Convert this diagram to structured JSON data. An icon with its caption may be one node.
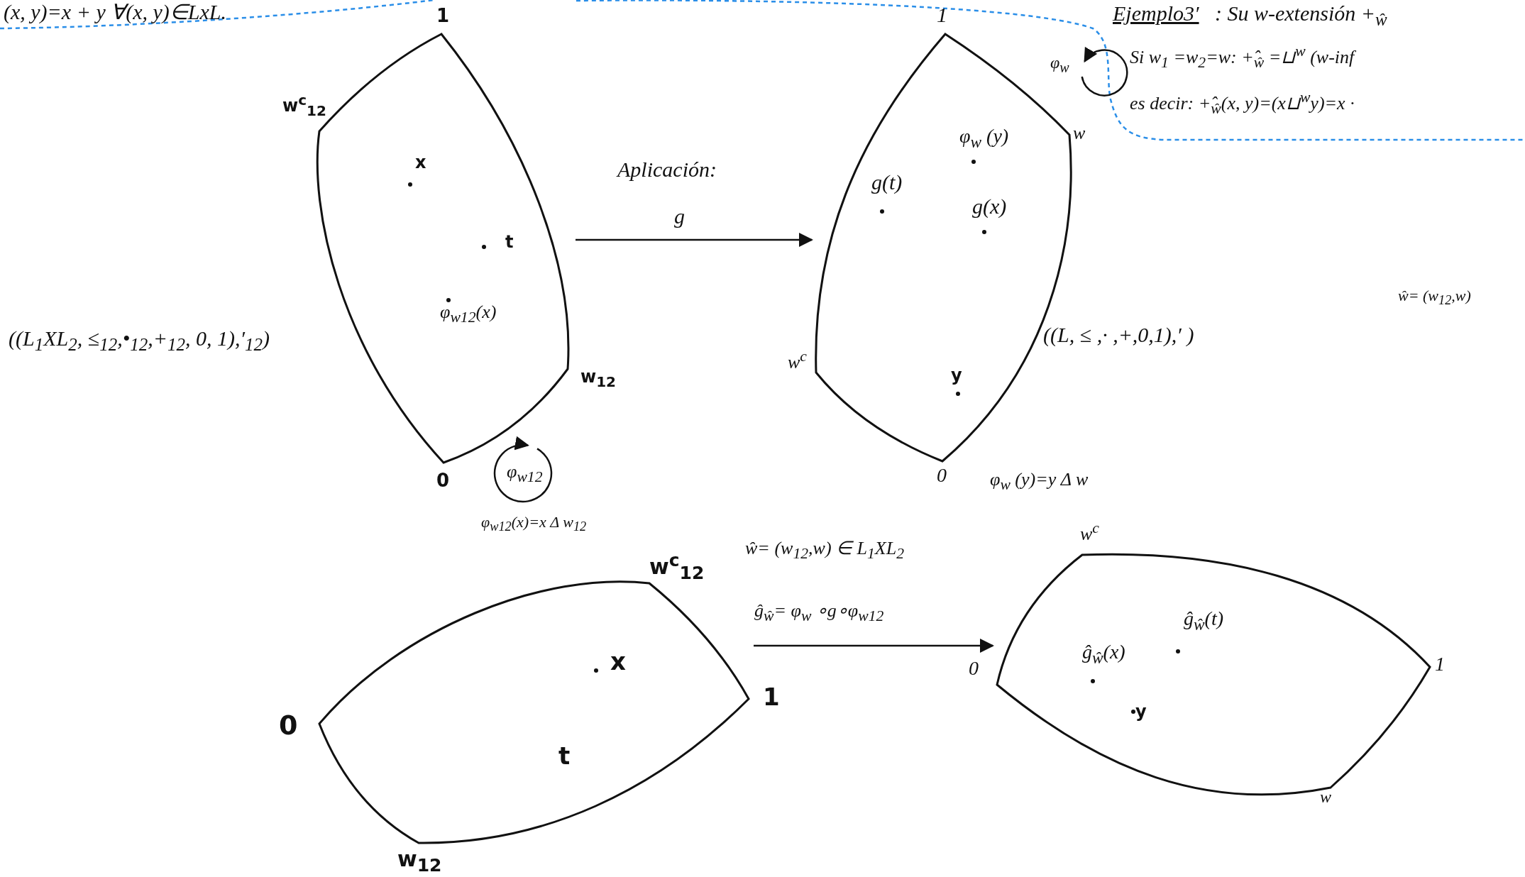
{
  "diagram": {
    "nodes": [
      {
        "text": [],
        "shape": "lens",
        "beside": [
          "1",
          "w$^{c}$$_{12}$",
          "w$_{12}$",
          "0"
        ]
      },
      {
        "text": [],
        "shape": "lens",
        "beside": [
          "1",
          "w",
          "w$^{c}$",
          "0"
        ]
      },
      {
        "text": [],
        "shape": "lens",
        "beside": [
          "w$^{c}$$_{12}$",
          "1",
          "0",
          "w$_{12}$"
        ]
      },
      {
        "text": [],
        "shape": "lens",
        "beside": [
          "w$^{c}$",
          "0",
          "1",
          "w"
        ]
      }
    ],
    "edges": [
      {
        "from": 0,
        "to": 1,
        "arrow": "to",
        "label": "g"
      },
      {
        "from": 2,
        "to": 3,
        "arrow": "to",
        "label": "ĝ$_{ŵ}$= φ$_{w}$ ∘g∘φ$_{w12}$"
      },
      {
        "from": 1,
        "to": 1,
        "arrow": "to",
        "label": "φ$_{w}$"
      },
      {
        "from": 0,
        "to": 0,
        "arrow": "to",
        "label": "φ$_{w12}$"
      }
    ],
    "labels": [
      "(x, y)=x + y ∀(x, y)∈LxL.",
      "Ejemplo3′",
      ": Su w-extensión +$_{ŵ}$",
      "Si w$_{1}$ =w$_{2}$=w:  +̂$_{ŵ}$ =⊔$^{w}$ (w-inf",
      "es decir:  +̂$_{ŵ}$(x, y)=(x⊔$^{w}$y)=x ·",
      "φ$_{w}$ (y)",
      "x",
      "Aplicación:",
      "g(t)",
      "g(x)",
      "t",
      "φ$_{w12}$(x)",
      "ŵ= (w$_{12}$,w)",
      "((L$_{1}$XL$_{2}$, ≤$_{12}$,•$_{12}$,+$_{12}$, 0, 1),′$_{12}$)",
      "((L, ≤ ,· ,+,0,1),′ )",
      "y",
      "φ$_{w}$ (y)=y Δ w",
      "φ$_{w12}$(x)=x Δ w$_{12}$",
      "ŵ= (w$_{12}$,w) ∈ L$_{1}$XL$_{2}$",
      "ĝ$_{ŵ}$(t)",
      "x",
      "ĝ$_{ŵ}$(x)",
      "y",
      "t"
    ]
  }
}
